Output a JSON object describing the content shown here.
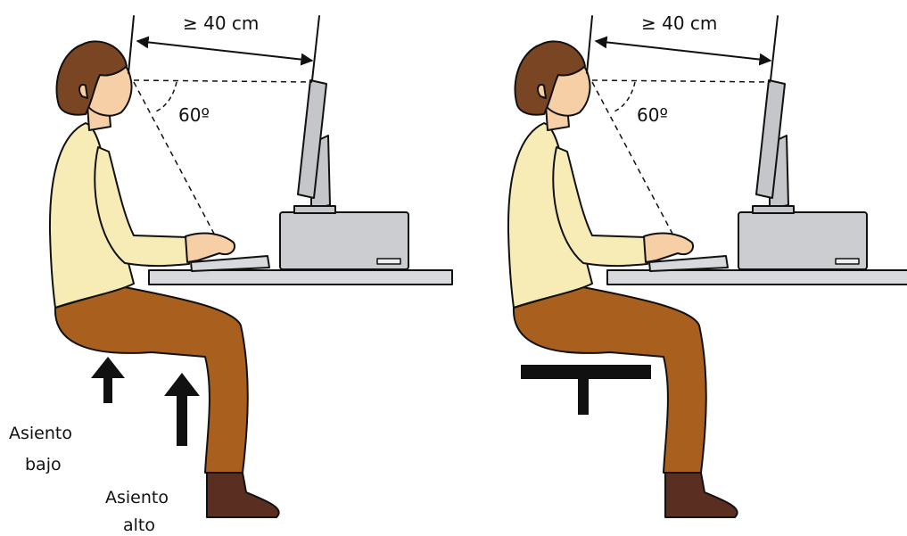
{
  "distance_label_left": "≥ 40 cm",
  "distance_label_right": "≥ 40 cm",
  "angle_label_left": "60º",
  "angle_label_right": "60º",
  "seat_low_label_line1": "Asiento",
  "seat_low_label_line2": "bajo",
  "seat_high_label_line1": "Asiento",
  "seat_high_label_line2": "alto",
  "icons": [
    "arrow-up-icon",
    "arrow-up-icon",
    "stool-icon"
  ]
}
